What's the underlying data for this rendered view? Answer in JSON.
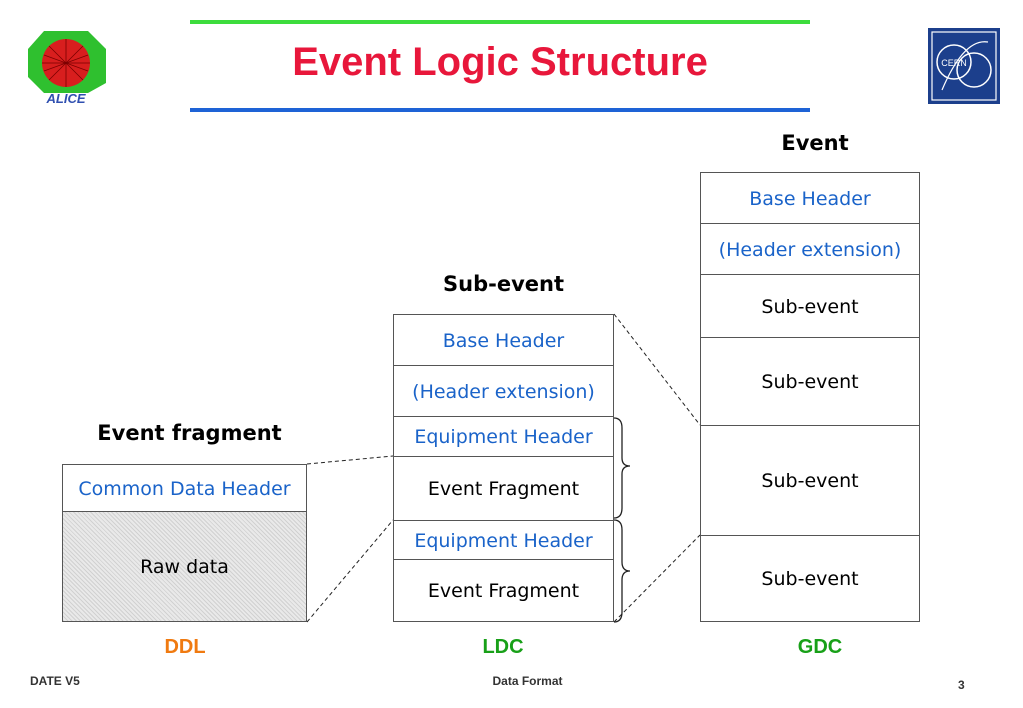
{
  "title": "Event Logic Structure",
  "colors": {
    "title": "#e8173b",
    "top_rule": "#3ddc3d",
    "bottom_rule": "#1e63d6",
    "header_text": "#1a63c9",
    "ddl": "#f07a10",
    "ldc_gdc": "#18a018"
  },
  "logos": {
    "left": {
      "icon": "alice-logo-icon",
      "text": "ALICE"
    },
    "right": {
      "icon": "cern-logo-icon",
      "text": "CERN"
    }
  },
  "fragment": {
    "heading": "Event fragment",
    "header": "Common Data Header",
    "body": "Raw data",
    "label": "DDL"
  },
  "subevent": {
    "heading": "Sub-event",
    "rows": [
      {
        "text": "Base Header"
      },
      {
        "text": "(Header extension)"
      },
      {
        "text": "Equipment Header"
      },
      {
        "text": "Event Fragment"
      },
      {
        "text": "Equipment Header"
      },
      {
        "text": "Event Fragment"
      }
    ],
    "label": "LDC"
  },
  "event": {
    "heading": "Event",
    "rows": [
      {
        "text": "Base Header"
      },
      {
        "text": "(Header extension)"
      },
      {
        "text": "Sub-event"
      },
      {
        "text": "Sub-event"
      },
      {
        "text": "Sub-event"
      },
      {
        "text": "Sub-event"
      }
    ],
    "label": "GDC"
  },
  "footer": {
    "left": "DATE V5",
    "center": "Data Format",
    "page": "3"
  }
}
